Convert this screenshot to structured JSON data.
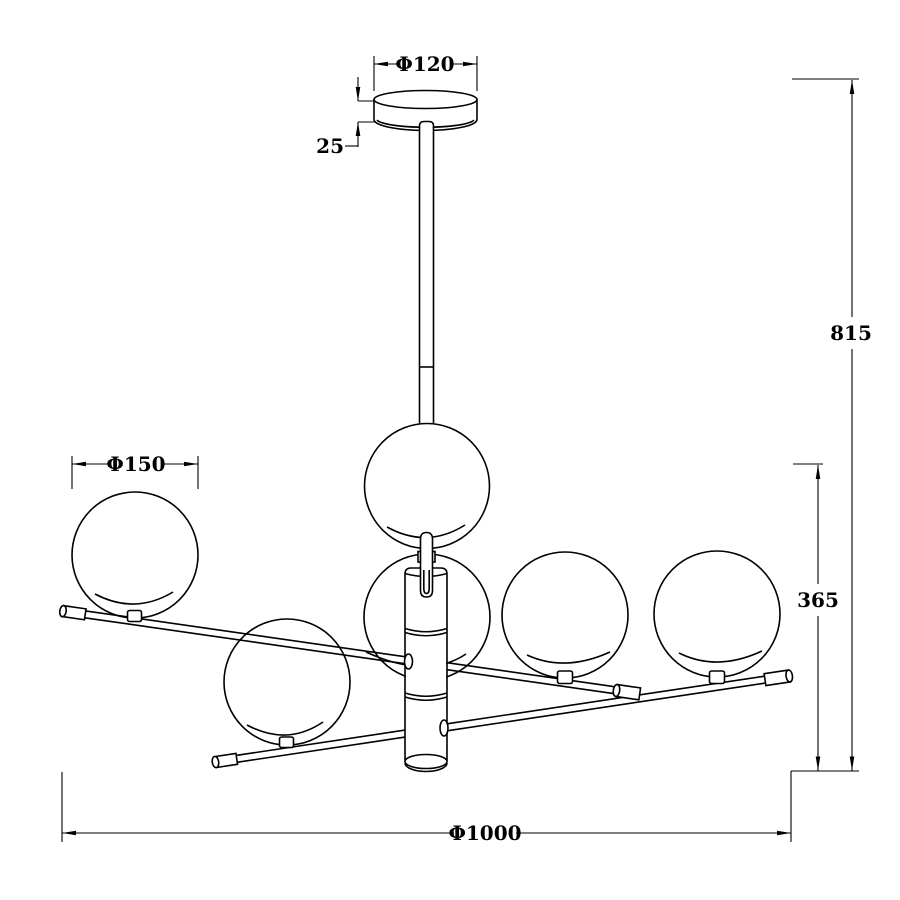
{
  "drawing": {
    "type": "technical-dimension-drawing",
    "subject": "six-globe pendant chandelier",
    "labels": {
      "canopy_diameter": "Φ120",
      "canopy_height": "25",
      "overall_drop": "815",
      "sphere_diameter": "Φ150",
      "body_height": "365",
      "overall_diameter": "Φ1000"
    },
    "colors": {
      "line": "#000000",
      "background": "#ffffff"
    }
  }
}
